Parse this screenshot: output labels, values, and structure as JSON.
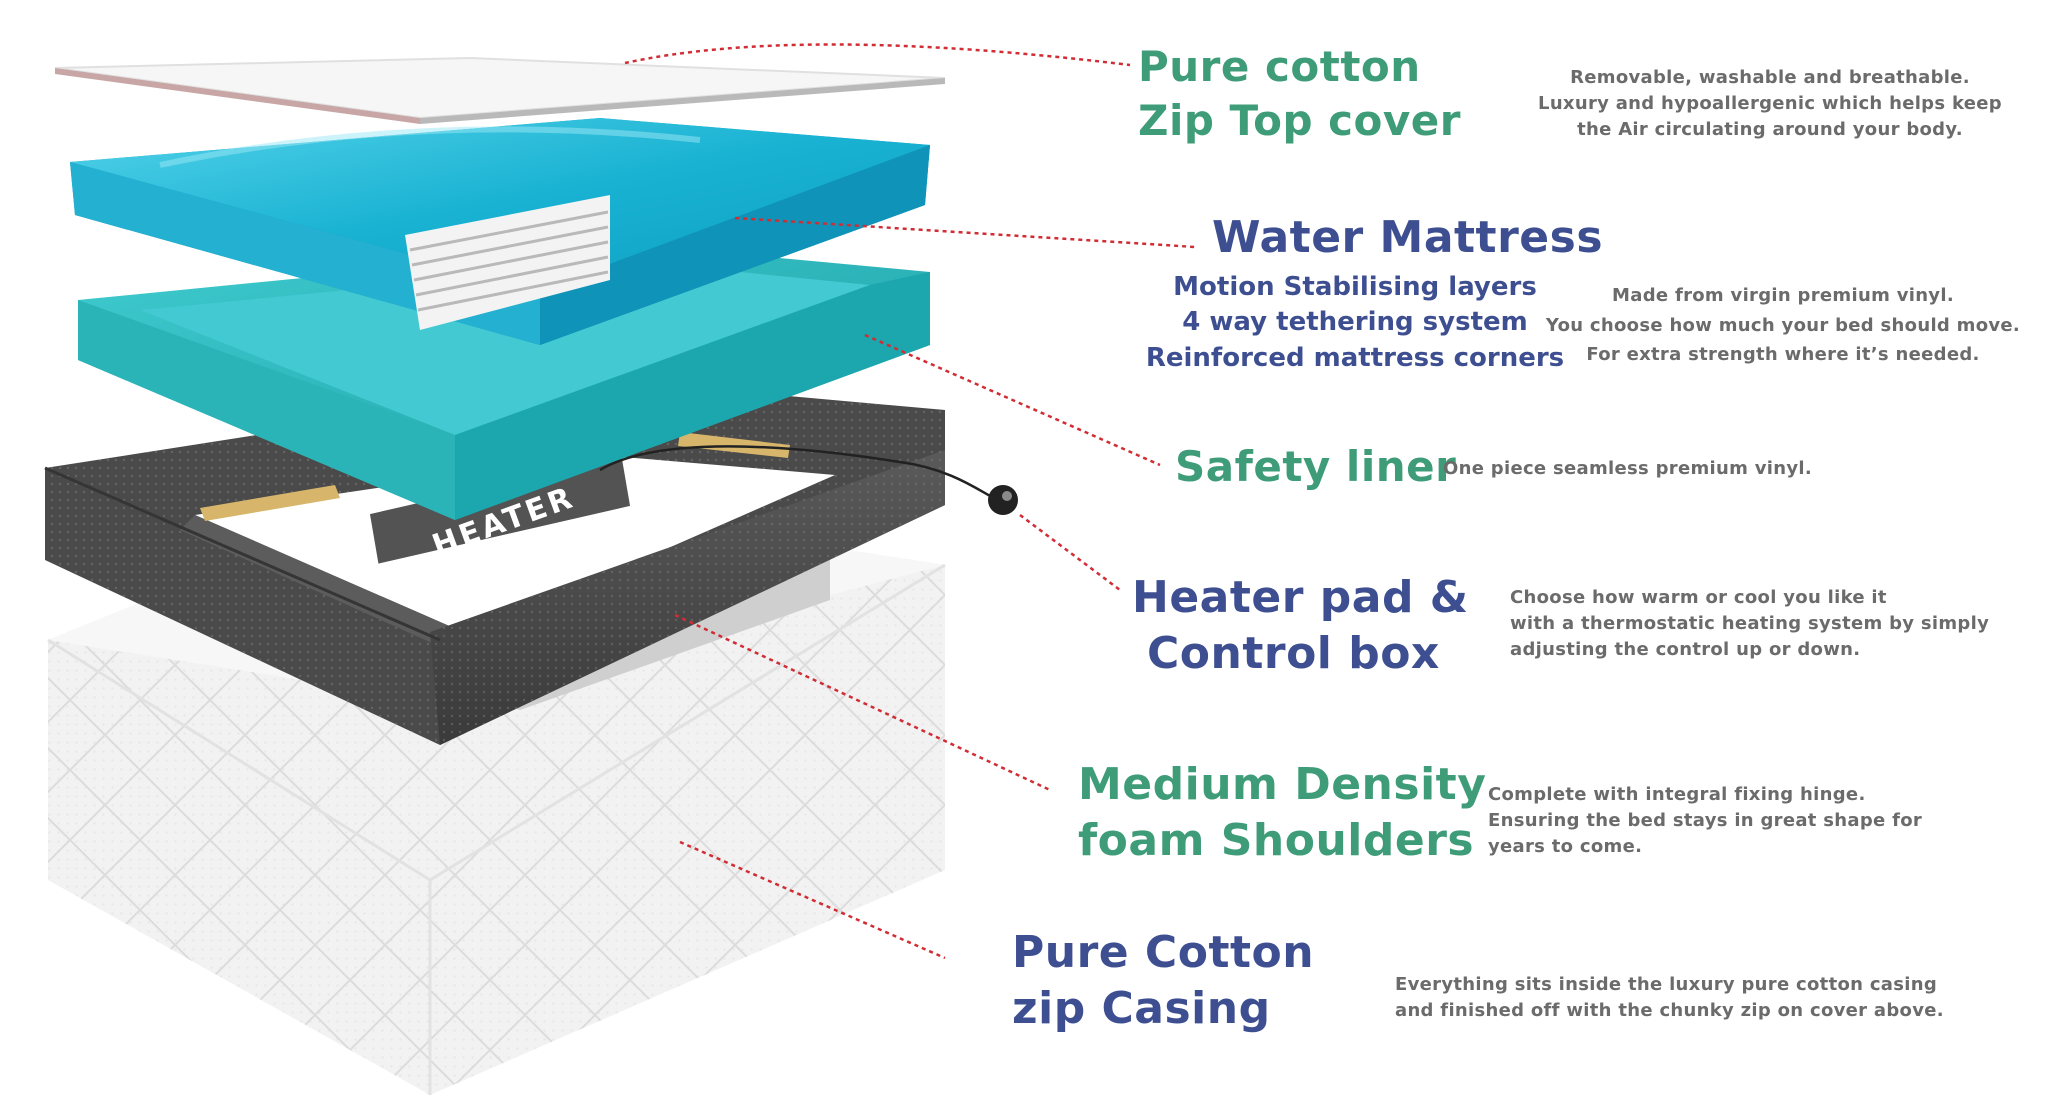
{
  "colors": {
    "green_heading": "#3e9c78",
    "navy_heading": "#3e4f91",
    "description_text": "#6b6b6b",
    "leader_line": "#d02d35",
    "water_blue": "#1bb6d4",
    "liner_teal": "#26b7bd",
    "foam_gray": "#4e4e4e",
    "heater_pad": "#ffffff"
  },
  "layers": {
    "top_cover": {
      "title_lines": [
        "Pure cotton",
        "Zip Top cover"
      ],
      "desc_lines": [
        "Removable, washable and breathable.",
        "Luxury and hypoallergenic which helps keep",
        "the Air circulating around your body."
      ]
    },
    "water_mattress": {
      "title_lines": [
        "Water Mattress"
      ],
      "features": [
        "Motion Stabilising layers",
        "4 way tethering system",
        "Reinforced mattress corners"
      ],
      "desc_lines": [
        "Made from virgin premium vinyl.",
        "You choose how much your bed should move.",
        "For extra strength where it’s needed."
      ]
    },
    "safety_liner": {
      "title_lines": [
        "Safety liner"
      ],
      "desc_lines": [
        "One piece seamless premium vinyl."
      ]
    },
    "heater": {
      "title_lines": [
        "Heater pad &",
        "Control box"
      ],
      "desc_lines": [
        "Choose how warm or cool you like it",
        "with a thermostatic heating system by simply",
        "adjusting the control up or down."
      ],
      "pad_label": "HEATER"
    },
    "foam": {
      "title_lines": [
        "Medium Density",
        "foam Shoulders"
      ],
      "desc_lines": [
        "Complete with integral fixing hinge.",
        "Ensuring the bed stays in great shape for",
        "years to come."
      ]
    },
    "casing": {
      "title_lines": [
        "Pure Cotton",
        "zip Casing"
      ],
      "desc_lines": [
        "Everything sits inside the luxury pure cotton casing",
        "and finished off with the chunky zip on cover above."
      ]
    }
  }
}
